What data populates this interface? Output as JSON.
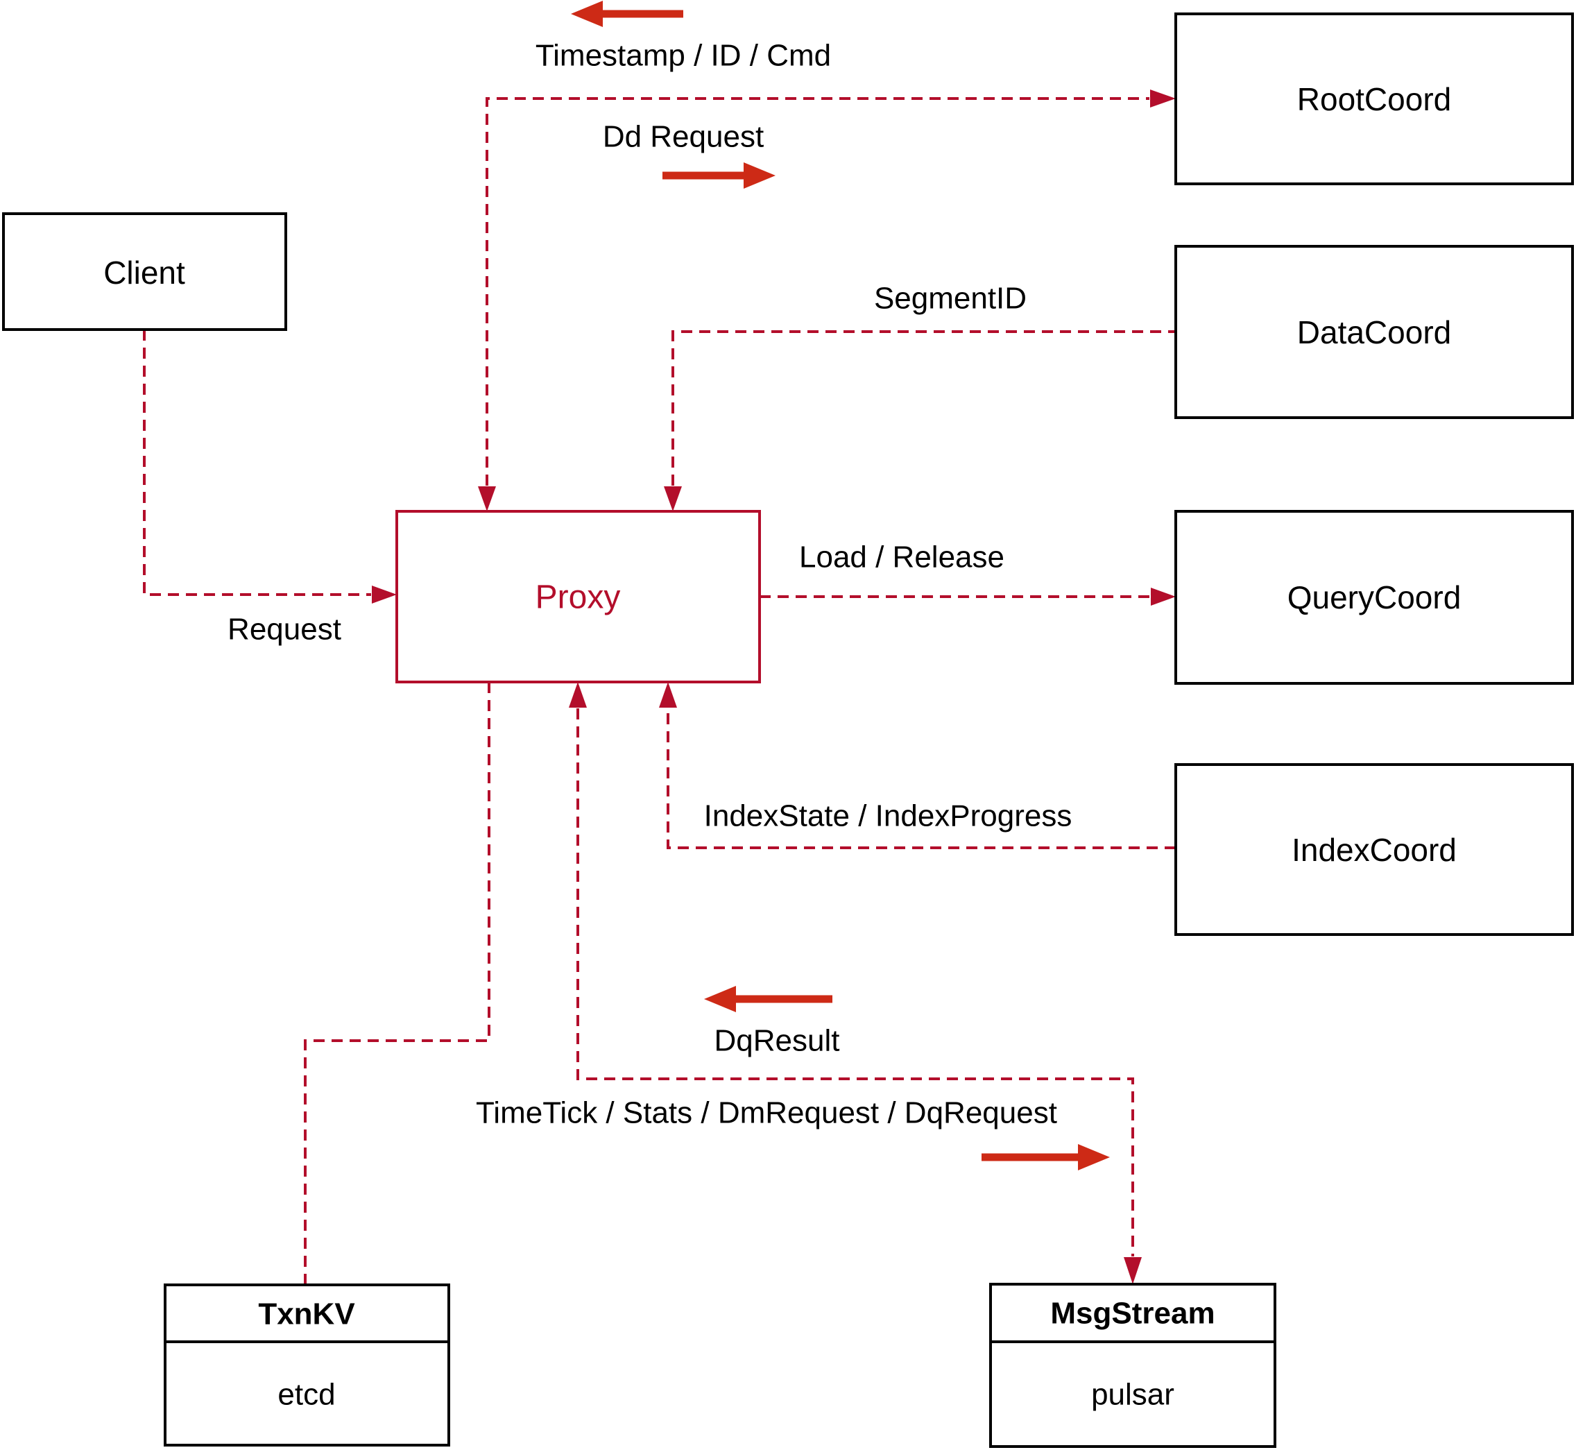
{
  "diagram": {
    "colors": {
      "line_red": "#b30e2b",
      "arrow_red": "#cd2a16",
      "box_border": "#000000",
      "text": "#000000",
      "background": "#ffffff"
    },
    "nodes": {
      "client": {
        "label": "Client"
      },
      "proxy": {
        "label": "Proxy"
      },
      "root_coord": {
        "label": "RootCoord"
      },
      "data_coord": {
        "label": "DataCoord"
      },
      "query_coord": {
        "label": "QueryCoord"
      },
      "index_coord": {
        "label": "IndexCoord"
      },
      "txn_kv": {
        "title": "TxnKV",
        "subtitle": "etcd"
      },
      "msg_stream": {
        "title": "MsgStream",
        "subtitle": "pulsar"
      }
    },
    "edge_labels": {
      "timestamp_id_cmd": "Timestamp / ID / Cmd",
      "dd_request": "Dd Request",
      "segment_id": "SegmentID",
      "load_release": "Load / Release",
      "index_state": "IndexState / IndexProgress",
      "request": "Request",
      "dq_result": "DqResult",
      "time_tick": "TimeTick / Stats / DmRequest / DqRequest"
    }
  }
}
